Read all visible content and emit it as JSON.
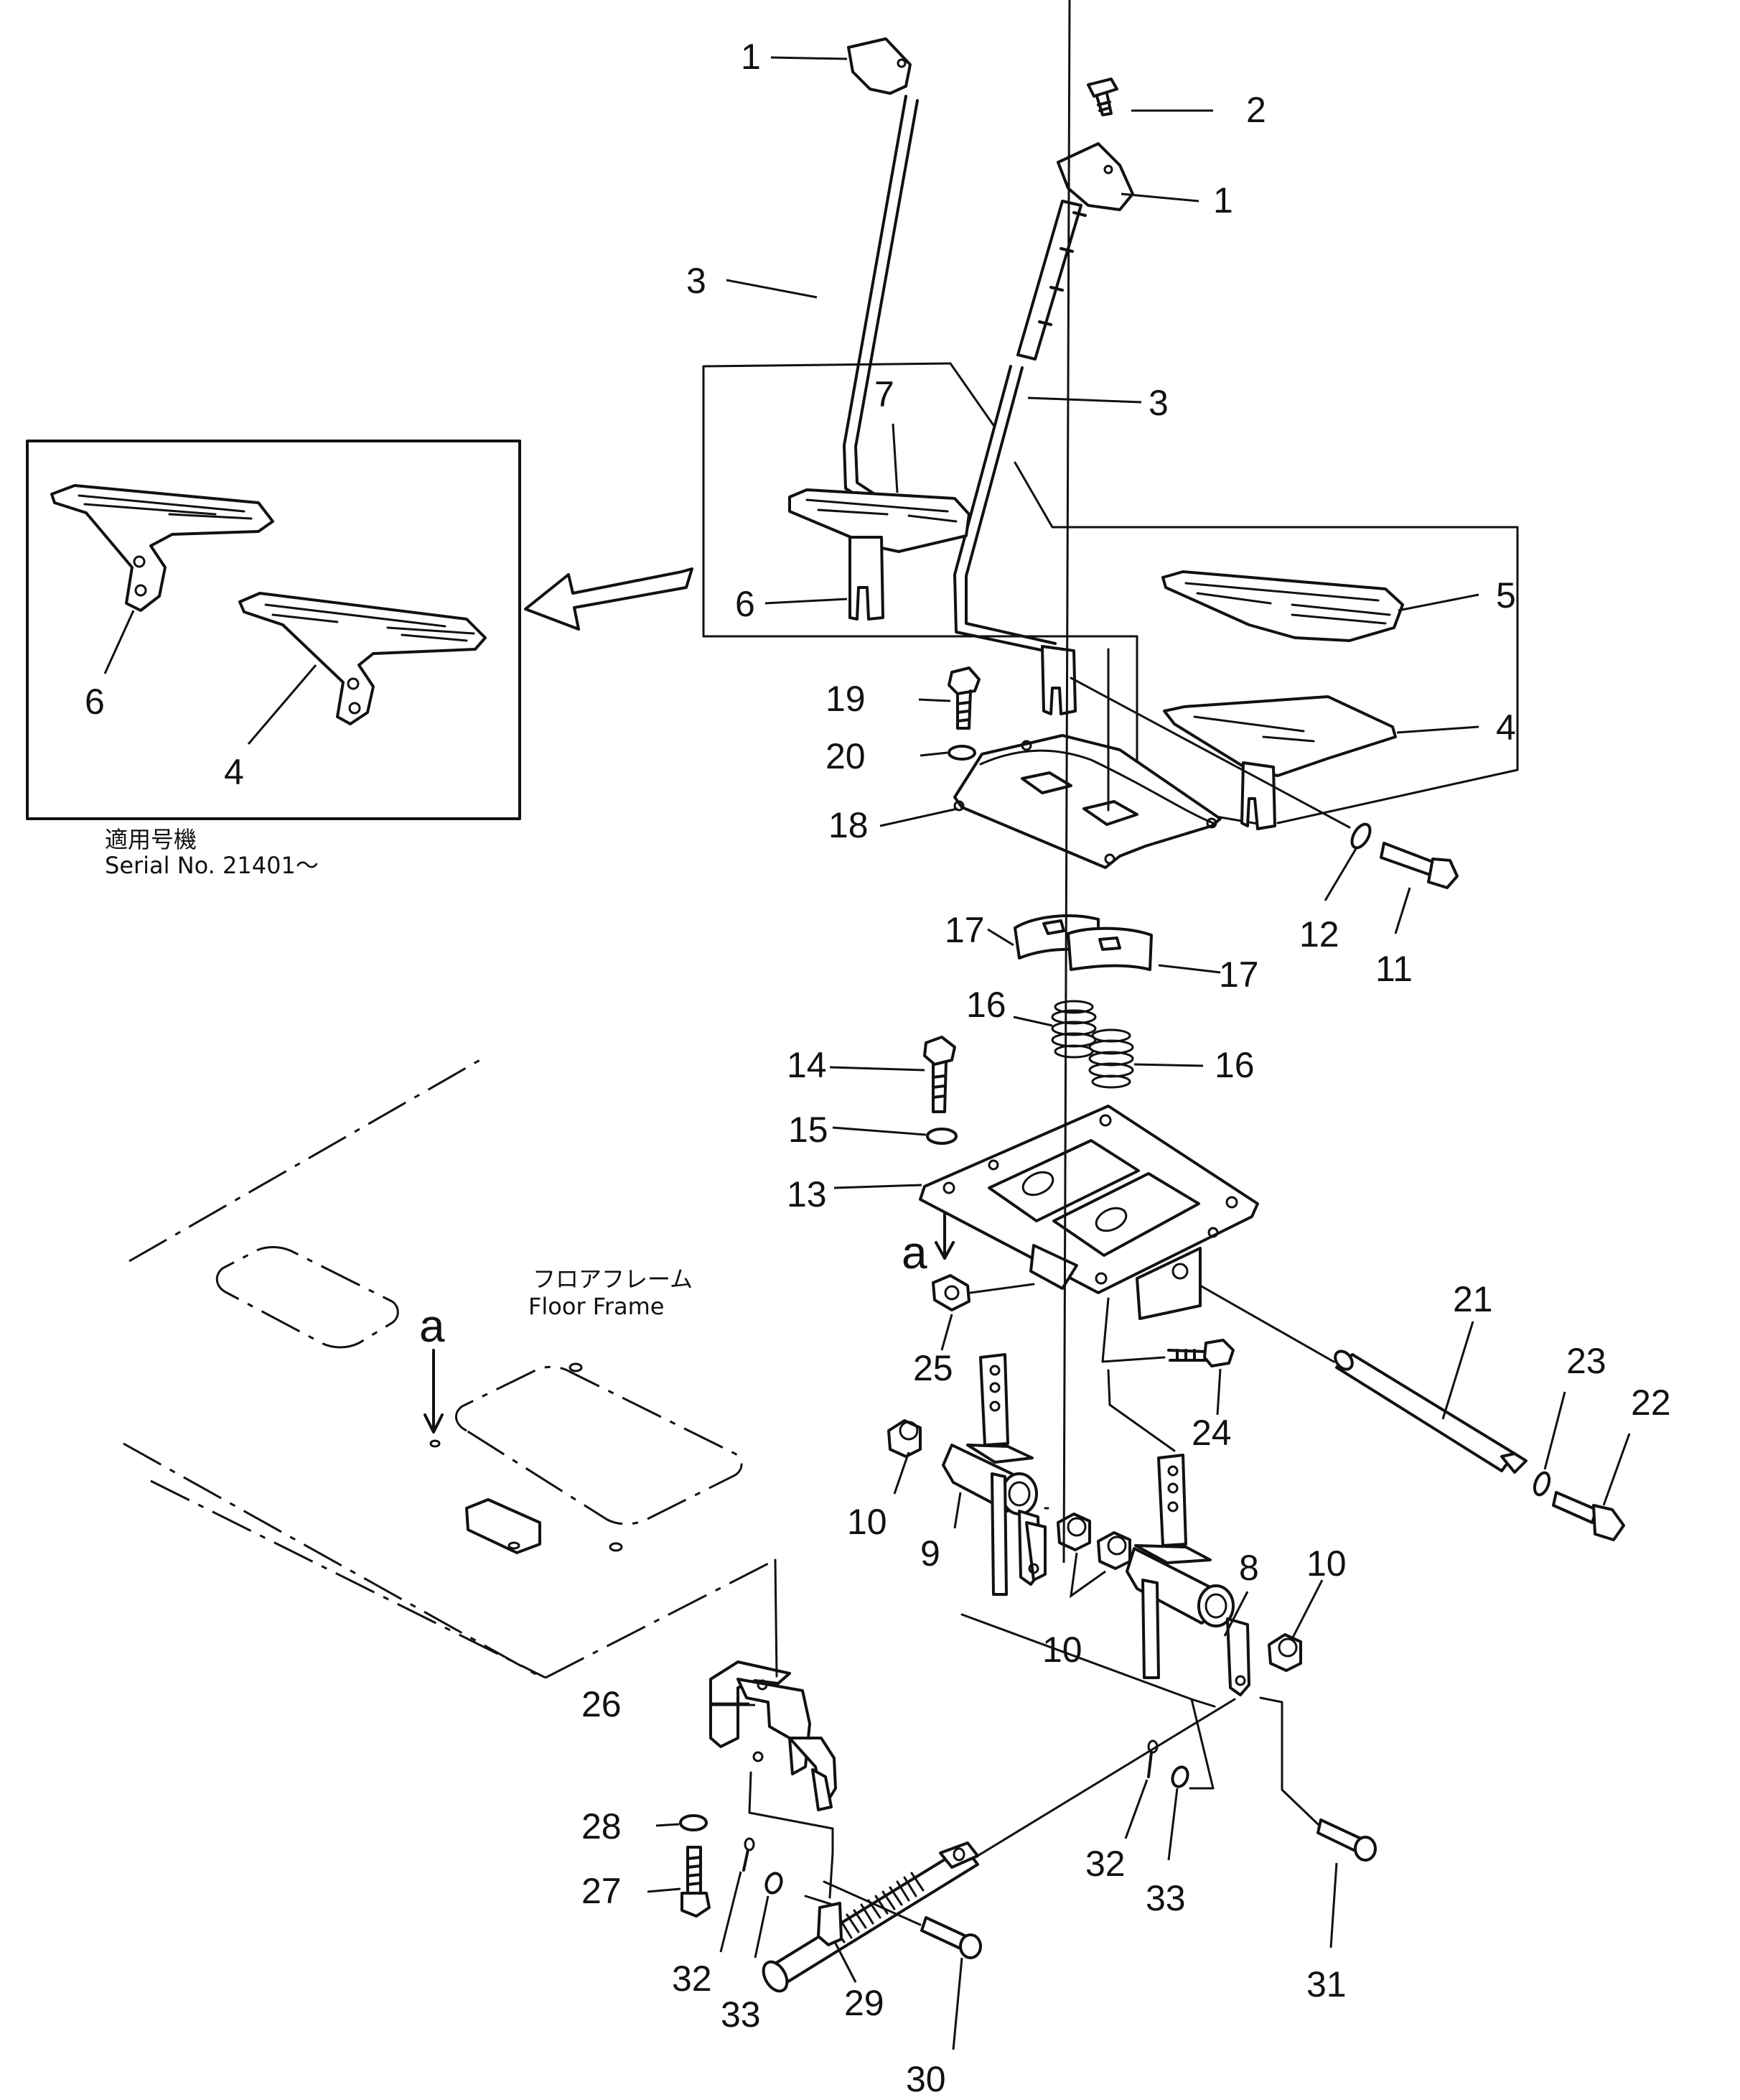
{
  "inset": {
    "note_jp": "適用号機",
    "note_en": "Serial No. 21401～"
  },
  "floor_frame": {
    "label_jp": "フロアフレーム",
    "label_en": "Floor Frame"
  },
  "view_marks": [
    "a",
    "a"
  ],
  "callouts": [
    {
      "id": "c1a",
      "text": "1"
    },
    {
      "id": "c1b",
      "text": "1"
    },
    {
      "id": "c2",
      "text": "2"
    },
    {
      "id": "c3a",
      "text": "3"
    },
    {
      "id": "c3b",
      "text": "3"
    },
    {
      "id": "c4",
      "text": "4"
    },
    {
      "id": "c4i",
      "text": "4"
    },
    {
      "id": "c5",
      "text": "5"
    },
    {
      "id": "c6",
      "text": "6"
    },
    {
      "id": "c6i",
      "text": "6"
    },
    {
      "id": "c7",
      "text": "7"
    },
    {
      "id": "c8",
      "text": "8"
    },
    {
      "id": "c9",
      "text": "9"
    },
    {
      "id": "c10a",
      "text": "10"
    },
    {
      "id": "c10b",
      "text": "10"
    },
    {
      "id": "c10c",
      "text": "10"
    },
    {
      "id": "c11",
      "text": "11"
    },
    {
      "id": "c12",
      "text": "12"
    },
    {
      "id": "c13",
      "text": "13"
    },
    {
      "id": "c14",
      "text": "14"
    },
    {
      "id": "c15",
      "text": "15"
    },
    {
      "id": "c16a",
      "text": "16"
    },
    {
      "id": "c16b",
      "text": "16"
    },
    {
      "id": "c17a",
      "text": "17"
    },
    {
      "id": "c17b",
      "text": "17"
    },
    {
      "id": "c18",
      "text": "18"
    },
    {
      "id": "c19",
      "text": "19"
    },
    {
      "id": "c20",
      "text": "20"
    },
    {
      "id": "c21",
      "text": "21"
    },
    {
      "id": "c22",
      "text": "22"
    },
    {
      "id": "c23",
      "text": "23"
    },
    {
      "id": "c24",
      "text": "24"
    },
    {
      "id": "c25",
      "text": "25"
    },
    {
      "id": "c26",
      "text": "26"
    },
    {
      "id": "c27",
      "text": "27"
    },
    {
      "id": "c28",
      "text": "28"
    },
    {
      "id": "c29",
      "text": "29"
    },
    {
      "id": "c30",
      "text": "30"
    },
    {
      "id": "c31",
      "text": "31"
    },
    {
      "id": "c32a",
      "text": "32"
    },
    {
      "id": "c32b",
      "text": "32"
    },
    {
      "id": "c33a",
      "text": "33"
    },
    {
      "id": "c33b",
      "text": "33"
    }
  ]
}
